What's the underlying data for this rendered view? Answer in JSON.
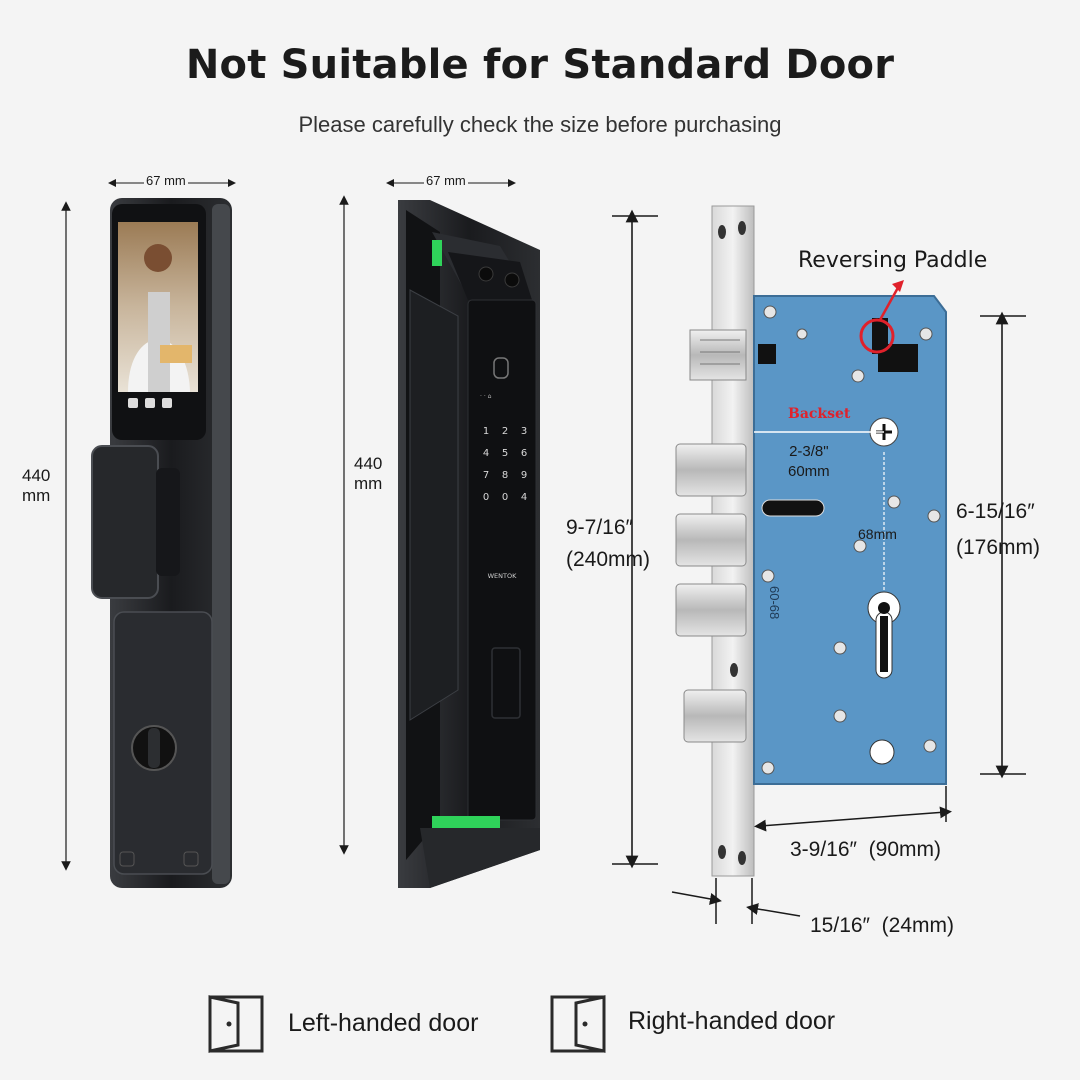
{
  "header": {
    "title": "Not Suitable for Standard Door",
    "subtitle": "Please carefully check the size before purchasing"
  },
  "front_view": {
    "width_label": "67 mm",
    "height_label": [
      "440",
      "mm"
    ],
    "keypad_keys": [
      "1",
      "2",
      "3",
      "4",
      "5",
      "6",
      "7",
      "8",
      "9",
      "0",
      "0",
      "4"
    ]
  },
  "side_view": {
    "width_label": "67 mm",
    "height_label": [
      "440",
      "mm"
    ],
    "brand_text": "WENTOK"
  },
  "mortise": {
    "callout": "Reversing Paddle",
    "backset_label": "Backset",
    "backset_values": [
      "2-3/8\"",
      "60mm"
    ],
    "center_distance": "68mm",
    "plate_mark": "60-68",
    "height_total": [
      "9-7/16″",
      "(240mm)"
    ],
    "height_body": [
      "6-15/16″",
      "(176mm)"
    ],
    "depth": [
      "3-9/16″",
      "(90mm)"
    ],
    "faceplate": [
      "15/16″",
      "(24mm)"
    ]
  },
  "doors": {
    "left_label": "Left-handed door",
    "right_label": "Right-handed door",
    "left_icon": "door-open-left-icon",
    "right_icon": "door-open-right-icon"
  },
  "colors": {
    "lock_body": "#1d1f22",
    "accent_green": "#2fd35a",
    "mortise_blue": "#5a96c6",
    "callout_red": "#e0212b"
  }
}
